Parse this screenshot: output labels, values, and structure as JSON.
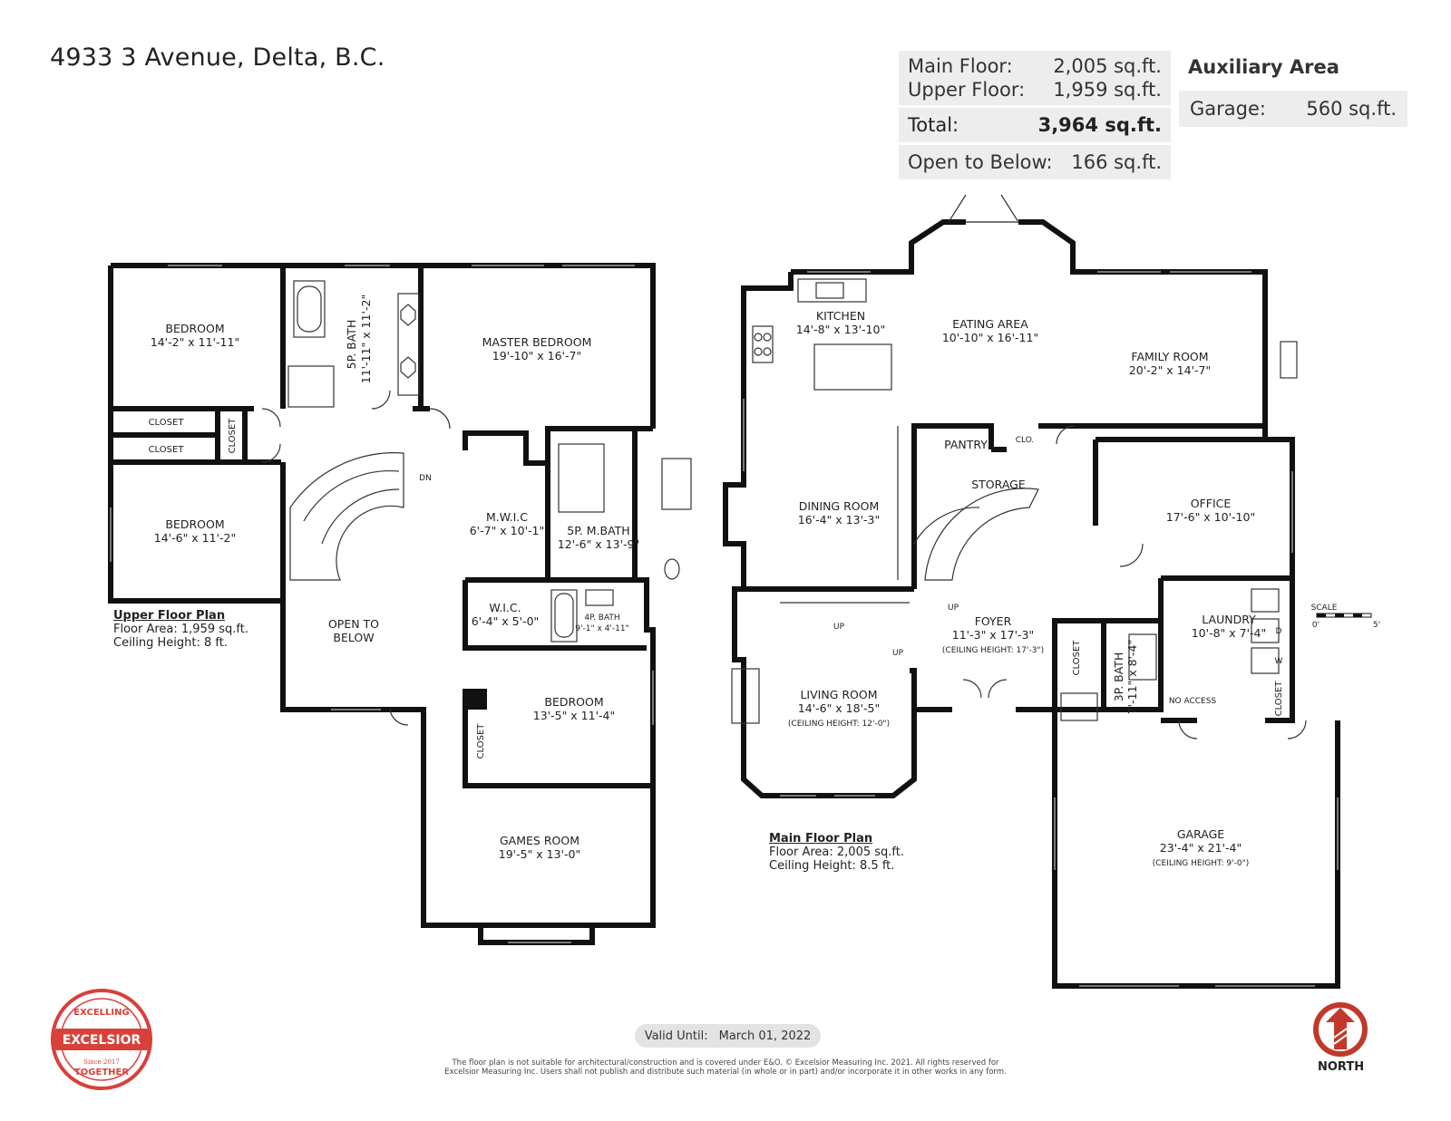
{
  "address": "4933 3 Avenue, Delta, B.C.",
  "area_summary": {
    "main_floor_label": "Main Floor:",
    "main_floor_value": "2,005 sq.ft.",
    "upper_floor_label": "Upper Floor:",
    "upper_floor_value": "1,959 sq.ft.",
    "total_label": "Total:",
    "total_value": "3,964 sq.ft.",
    "open_below_label": "Open to Below:",
    "open_below_value": "166 sq.ft."
  },
  "auxiliary": {
    "title": "Auxiliary Area",
    "garage_label": "Garage:",
    "garage_value": "560 sq.ft."
  },
  "upper_floor": {
    "title": "Upper Floor Plan",
    "area": "Floor Area: 1,959 sq.ft.",
    "ceiling": "Ceiling Height: 8 ft.",
    "rooms": {
      "bedroom1_name": "BEDROOM",
      "bedroom1_dim": "14'-2\" x 11'-11\"",
      "bath5p_name": "5P. BATH",
      "bath5p_dim": "11'-11\" x 11'-2\"",
      "master_name": "MASTER BEDROOM",
      "master_dim": "19'-10\" x 16'-7\"",
      "closet1": "CLOSET",
      "closet2": "CLOSET",
      "closet3": "CLOSET",
      "bedroom2_name": "BEDROOM",
      "bedroom2_dim": "14'-6\" x 11'-2\"",
      "dn": "DN",
      "mwic_name": "M.W.I.C",
      "mwic_dim": "6'-7\" x 10'-1\"",
      "mbath_name": "5P. M.BATH",
      "mbath_dim": "12'-6\" x 13'-9\"",
      "wic_name": "W.I.C.",
      "wic_dim": "6'-4\" x 5'-0\"",
      "bath4p_name": "4P. BATH",
      "bath4p_dim": "9'-1\" x 4'-11\"",
      "open_name": "OPEN TO",
      "open_name2": "BELOW",
      "bedroom3_name": "BEDROOM",
      "bedroom3_dim": "13'-5\" x 11'-4\"",
      "closet4": "CLOSET",
      "games_name": "GAMES ROOM",
      "games_dim": "19'-5\" x 13'-0\""
    }
  },
  "main_floor": {
    "title": "Main Floor Plan",
    "area": "Floor Area: 2,005 sq.ft.",
    "ceiling": "Ceiling Height: 8.5 ft.",
    "rooms": {
      "kitchen_name": "KITCHEN",
      "kitchen_dim": "14'-8\" x 13'-10\"",
      "eating_name": "EATING AREA",
      "eating_dim": "10'-10\" x 16'-11\"",
      "family_name": "FAMILY ROOM",
      "family_dim": "20'-2\" x 14'-7\"",
      "pantry_name": "PANTRY",
      "clo_name": "CLO.",
      "storage_name": "STORAGE",
      "dining_name": "DINING ROOM",
      "dining_dim": "16'-4\" x 13'-3\"",
      "office_name": "OFFICE",
      "office_dim": "17'-6\" x 10'-10\"",
      "up1": "UP",
      "up2": "UP",
      "up3": "UP",
      "foyer_name": "FOYER",
      "foyer_dim": "11'-3\" x 17'-3\"",
      "foyer_ceiling": "(CEILING HEIGHT: 17'-3\")",
      "laundry_name": "LAUNDRY",
      "laundry_dim": "10'-8\" x 7'-4\"",
      "living_name": "LIVING ROOM",
      "living_dim": "14'-6\" x 18'-5\"",
      "living_ceiling": "(CEILING HEIGHT: 12'-0\")",
      "closet_a": "CLOSET",
      "bath3p_name": "3P. BATH",
      "bath3p_dim": "7'-11\" x 8'-4\"",
      "no_access": "NO ACCESS",
      "closet_b": "CLOSET",
      "garage_name": "GARAGE",
      "garage_dim": "23'-4\" x 21'-4\"",
      "garage_ceiling": "(CEILING HEIGHT: 9'-0\")",
      "dryer": "D",
      "washer": "W"
    }
  },
  "scale": {
    "label": "SCALE",
    "start": "0'",
    "end": "5'"
  },
  "valid_until_label": "Valid Until:",
  "valid_until_date": "March 01, 2022",
  "disclaimer_line1": "The floor plan is not suitable for architectural/construction and is covered under E&O. © Excelsior Measuring Inc. 2021. All rights reserved for",
  "disclaimer_line2": "Excelsior Measuring Inc. Users shall not publish and distribute such material (in whole or in part) and/or incorporate it in other works in any form.",
  "north_label": "NORTH",
  "logo": {
    "top_text": "EXCELLING",
    "brand": "EXCELSIOR",
    "since": "Since 2017",
    "bottom_text": "TOGETHER"
  },
  "colors": {
    "wall": "#111111",
    "logo_red": "#d9403a",
    "north_red": "#c0392b",
    "panel_gray": "#ededed"
  }
}
